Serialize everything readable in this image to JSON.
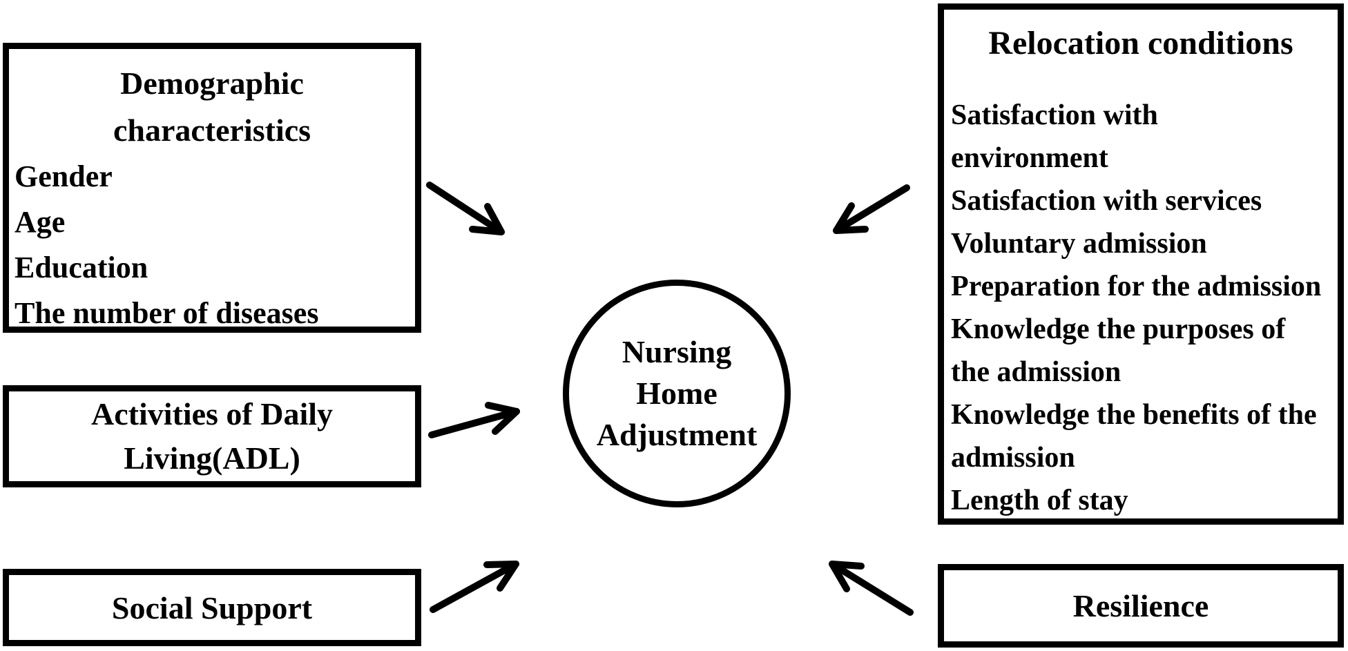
{
  "diagram": {
    "background_color": "#ffffff",
    "ink_color": "#000000",
    "boxes": {
      "demographic": {
        "title_lines": [
          "Demographic",
          "characteristics"
        ],
        "item_lines": [
          "Gender",
          "Age",
          "Education",
          "The number of diseases"
        ]
      },
      "adl": {
        "lines": [
          "Activities of Daily",
          "Living(ADL)"
        ]
      },
      "social": {
        "label": "Social Support"
      },
      "relocation": {
        "title": "Relocation conditions",
        "item_lines": [
          "Satisfaction with",
          "environment",
          "Satisfaction with services",
          "Voluntary admission",
          "Preparation for the admission",
          "Knowledge the purposes of",
          "the admission",
          "Knowledge the benefits of the",
          "admission",
          "Length of stay"
        ]
      },
      "resilience": {
        "label": "Resilience"
      }
    },
    "center_circle": {
      "lines": [
        "Nursing",
        "Home",
        "Adjustment"
      ]
    }
  }
}
